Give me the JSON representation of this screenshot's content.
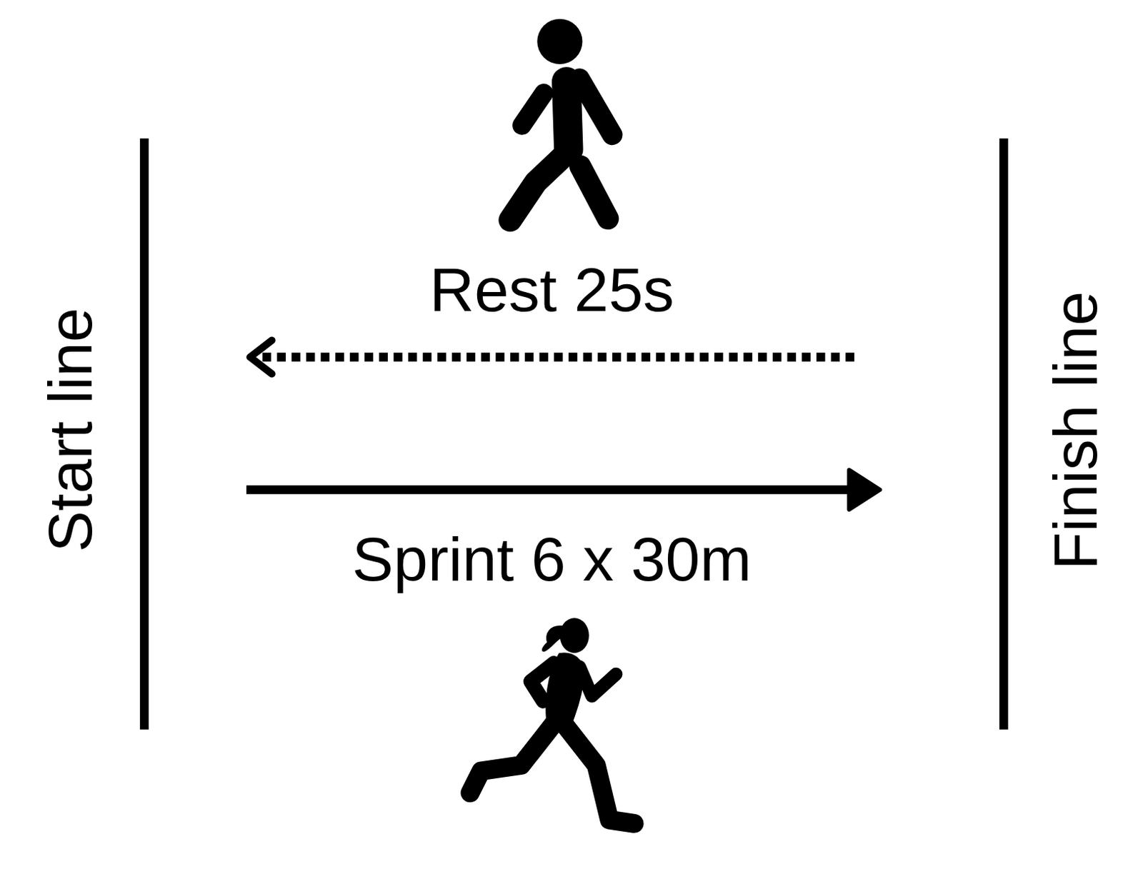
{
  "diagram": {
    "labels": [
      "Start line",
      "Finish line",
      "Rest 25s",
      "Sprint 6 x 30m"
    ]
  }
}
